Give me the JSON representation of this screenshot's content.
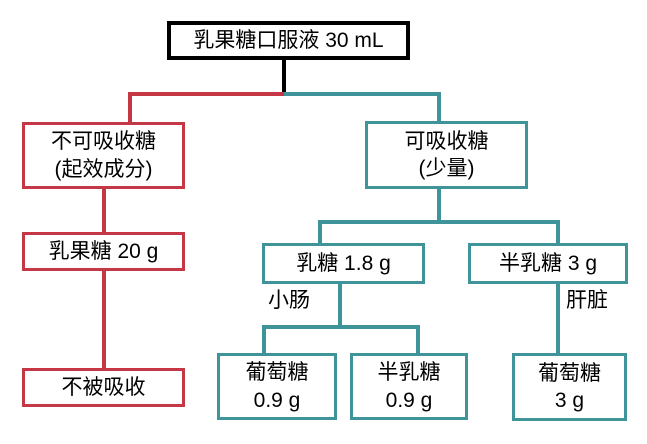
{
  "diagram": {
    "title_node": "乳果糖口服液 30 mL",
    "colors": {
      "root_border": "#000000",
      "non_absorbable_branch": "#C43744",
      "absorbable_branch": "#3E9499",
      "text": "#000000",
      "background": "#ffffff"
    },
    "nodes": {
      "root": {
        "label": "乳果糖口服液 30 mL"
      },
      "non_absorbable": {
        "line1": "不可吸收糖",
        "line2": "(起效成分)"
      },
      "lactulose": {
        "label": "乳果糖 20 g"
      },
      "not_absorbed": {
        "label": "不被吸收"
      },
      "absorbable": {
        "line1": "可吸收糖",
        "line2": "(少量)"
      },
      "lactose": {
        "label": "乳糖 1.8 g"
      },
      "galactose_3g": {
        "label": "半乳糖 3 g"
      },
      "glucose_09g": {
        "line1": "葡萄糖",
        "line2": "0.9 g"
      },
      "galactose_09g": {
        "line1": "半乳糖",
        "line2": "0.9 g"
      },
      "glucose_3g": {
        "line1": "葡萄糖",
        "line2": "3 g"
      }
    },
    "edge_labels": {
      "small_intestine": "小肠",
      "liver": "肝脏"
    }
  }
}
